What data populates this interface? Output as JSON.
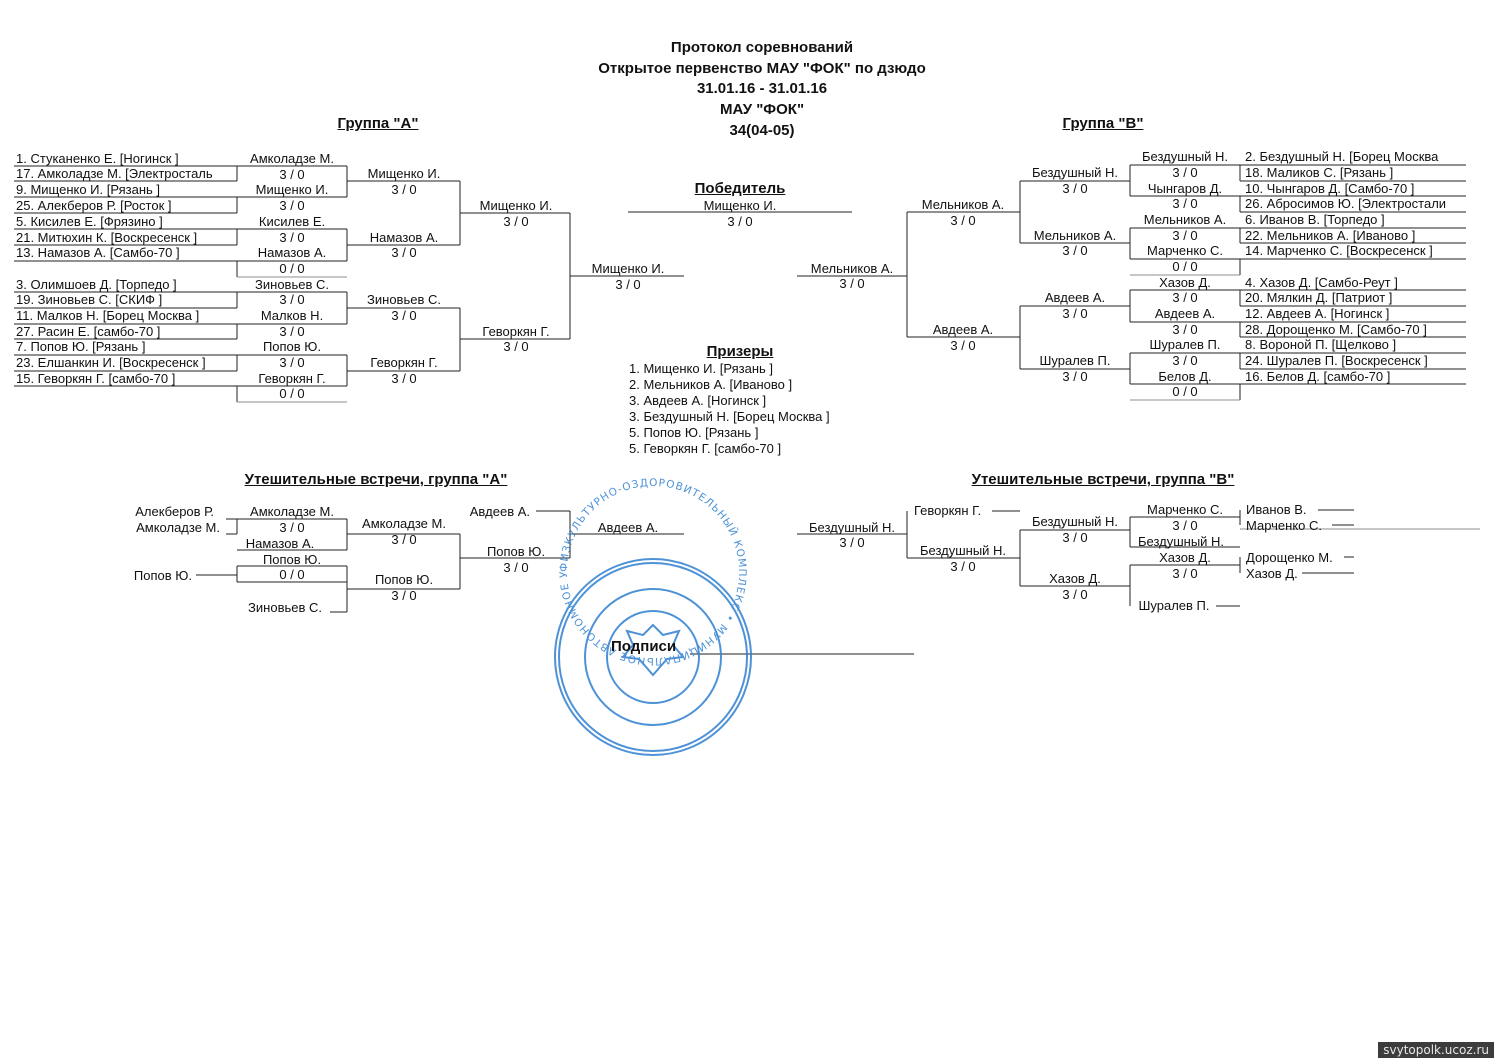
{
  "header": {
    "line1": "Протокол соревнований",
    "line2": "Открытое первенство МАУ \"ФОК\" по дзюдо",
    "line3": "31.01.16 - 31.01.16",
    "line4": "МАУ \"ФОК\"",
    "line5": "34(04-05)"
  },
  "group_a": {
    "title": "Группа  \"А\"",
    "seeds": [
      "1. Стуканенко Е.  [Ногинск   ]",
      "17. Амколадзе М.  [Электросталь",
      "9. Мищенко И.  [Рязань   ]",
      "25. Алекберов Р.  [Росток  ]",
      "5. Кисилев Е.  [Фрязино   ]",
      "21. Митюхин К.  [Воскресенск   ]",
      "13. Намазов А.  [Самбо-70   ]",
      "3. Олимшоев Д.  [Торпедо   ]",
      "19. Зиновьев С.  [СКИФ   ]",
      "11. Малков Н.  [Борец Москва   ]",
      "27. Расин Е.  [самбо-70   ]",
      "7. Попов Ю.  [Рязань   ]",
      "23. Елшанкин И.  [Воскресенск   ]",
      "15. Геворкян Г.  [самбо-70   ]"
    ],
    "r1": [
      {
        "name": "Амколадзе М.",
        "score": "3  /  0"
      },
      {
        "name": "Мищенко И.",
        "score": "3  /  0"
      },
      {
        "name": "Кисилев Е.",
        "score": "3  /  0"
      },
      {
        "name": "Намазов А.",
        "score": "0  /  0"
      },
      {
        "name": "Зиновьев С.",
        "score": "3  /  0"
      },
      {
        "name": "Малков Н.",
        "score": "3  /  0"
      },
      {
        "name": "Попов Ю.",
        "score": "3  /  0"
      },
      {
        "name": "Геворкян Г.",
        "score": "0  /  0"
      }
    ],
    "r2": [
      {
        "name": "Мищенко И.",
        "score": "3  /  0"
      },
      {
        "name": "Намазов А.",
        "score": "3  /  0"
      },
      {
        "name": "Зиновьев С.",
        "score": "3  /  0"
      },
      {
        "name": "Геворкян Г.",
        "score": "3  /  0"
      }
    ],
    "r3": [
      {
        "name": "Мищенко И.",
        "score": "3  /  0"
      },
      {
        "name": "Геворкян Г.",
        "score": "3  /  0"
      }
    ],
    "final": {
      "name": "Мищенко И.",
      "score": "3  /  0"
    }
  },
  "group_b": {
    "title": "Группа  \"В\"",
    "seeds": [
      "2. Бездушный Н.  [Борец Москва",
      "18. Маликов С.  [Рязань   ]",
      "10. Чынгаров Д.  [Самбо-70   ]",
      "26. Абросимов Ю.  [Электростали",
      "6. Иванов В.  [Торпедо   ]",
      "22. Мельников А.  [Иваново   ]",
      "14. Марченко С.  [Воскресенск   ]",
      "4. Хазов Д.  [Самбо-Реут   ]",
      "20. Мялкин Д.  [Патриот   ]",
      "12. Авдеев А.  [Ногинск   ]",
      "28. Дорощенко М.  [Самбо-70   ]",
      "8. Вороной П.  [Щелково   ]",
      "24. Шуралев П.  [Воскресенск   ]",
      "16. Белов Д.  [самбо-70   ]"
    ],
    "r1": [
      {
        "name": "Бездушный Н.",
        "score": "3  /  0"
      },
      {
        "name": "Чынгаров Д.",
        "score": "3  /  0"
      },
      {
        "name": "Мельников А.",
        "score": "3  /  0"
      },
      {
        "name": "Марченко С.",
        "score": "0  /  0"
      },
      {
        "name": "Хазов Д.",
        "score": "3  /  0"
      },
      {
        "name": "Авдеев А.",
        "score": "3  /  0"
      },
      {
        "name": "Шуралев П.",
        "score": "3  /  0"
      },
      {
        "name": "Белов Д.",
        "score": "0  /  0"
      }
    ],
    "r2": [
      {
        "name": "Бездушный Н.",
        "score": "3  /  0"
      },
      {
        "name": "Мельников А.",
        "score": "3  /  0"
      },
      {
        "name": "Авдеев А.",
        "score": "3  /  0"
      },
      {
        "name": "Шуралев П.",
        "score": "3  /  0"
      }
    ],
    "r3": [
      {
        "name": "Мельников А.",
        "score": "3  /  0"
      },
      {
        "name": "Авдеев А.",
        "score": "3  /  0"
      }
    ],
    "final": {
      "name": "Мельников А.",
      "score": "3  /  0"
    }
  },
  "winner": {
    "title": "Победитель",
    "name": "Мищенко И.",
    "score": "3  /  0"
  },
  "prizes": {
    "title": "Призеры",
    "items": [
      "1. Мищенко И.      [Рязань    ]",
      "2. Мельников А.     [Иваново    ]",
      "3. Авдеев А.      [Ногинск    ]",
      "3. Бездушный Н.      [Борец Москва    ]",
      "5. Попов Ю.      [Рязань    ]",
      "5. Геворкян Г.      [самбо-70    ]"
    ]
  },
  "consolation_a": {
    "title": "Утешительные встречи, группа \"А\"",
    "p1": "Алекберов Р.",
    "p2": "Амколадзе М.",
    "m1": {
      "name": "Амколадзе М.",
      "score": "3  /  0"
    },
    "p3": "Намазов А.",
    "m2": {
      "name": "Амколадзе М.",
      "score": "3  /  0"
    },
    "p4": "Попов Ю.",
    "m3": {
      "name": "Попов Ю.",
      "score": "0  /  0"
    },
    "p5": "Зиновьев С.",
    "m4": {
      "name": "Попов Ю.",
      "score": "3  /  0"
    },
    "p6": "Авдеев А.",
    "m5": {
      "name": "Попов Ю.",
      "score": "3  /  0"
    },
    "final": {
      "name": "Авдеев А."
    }
  },
  "consolation_b": {
    "title": "Утешительные встречи, группа \"В\"",
    "final": {
      "name": "Бездушный Н.",
      "score": "3  /  0"
    },
    "p_top": "Геворкян Г.",
    "semi": {
      "name": "Бездушный Н.",
      "score": "3  /  0"
    },
    "m1": {
      "name": "Бездушный Н.",
      "score": "3  /  0"
    },
    "m2": {
      "name": "Хазов Д.",
      "score": "3  /  0"
    },
    "q1": {
      "name": "Марченко С.",
      "score": "3  /  0"
    },
    "q1_loser": "Бездушный Н.",
    "q2": {
      "name": "Хазов Д.",
      "score": "3  /  0"
    },
    "q2_loser": "Шуралев П.",
    "e1": "Иванов В.",
    "e2": "Марченко С.",
    "e3": "Дорощенко М.",
    "e4": "Хазов Д."
  },
  "signatures": {
    "label": "Подписи"
  },
  "stamp": {
    "outer_text": "ФИЗКУЛЬТУРНО-ОЗДОРОВИТЕЛЬНЫЙ КОМПЛЕКС • МУНИЦИПАЛЬНОЕ АВТОНОМНОЕ УЧРЕЖДЕНИЕ • МОСКОВСКАЯ ОБЛАСТЬ, Г.РЕУТОВ •",
    "color": "#2f7fd0"
  },
  "watermark": "svytopolk.ucoz.ru"
}
